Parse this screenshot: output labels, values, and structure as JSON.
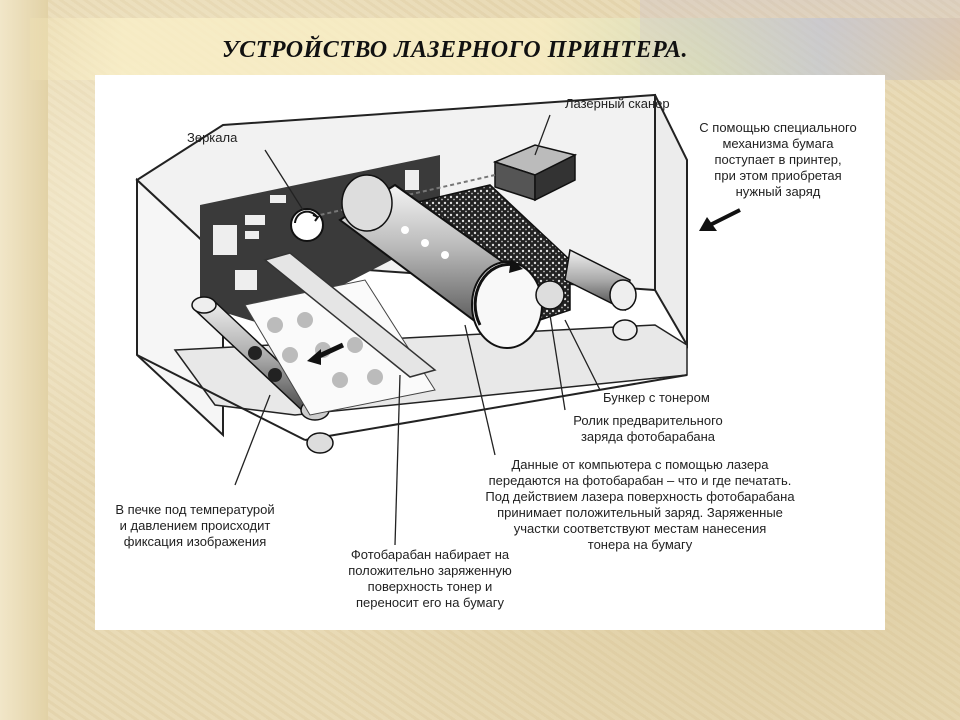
{
  "title": "УСТРОЙСТВО ЛАЗЕРНОГО ПРИНТЕРА.",
  "labels": {
    "laser_scanner": "Лазерный сканер",
    "mirrors": "Зеркала",
    "paper_feed": [
      "С помощью специального",
      "механизма бумага",
      "поступает в принтер,",
      "при этом приобретая",
      "нужный заряд"
    ],
    "toner_hopper": "Бункер с тонером",
    "charge_roller": [
      "Ролик предварительного",
      "заряда фотобарабана"
    ],
    "laser_data": [
      "Данные от компьютера с помощью лазера",
      "передаются на фотобарабан – что и где печатать.",
      "Под действием лазера поверхность фотобарабана",
      "принимает положительный заряд. Заряженные",
      "участки соответствуют местам нанесения",
      "тонера на бумагу"
    ],
    "fuser": [
      "В печке под температурой",
      "и давлением происходит",
      "фиксация изображения"
    ],
    "drum": [
      "Фотобарабан набирает на",
      "положительно заряженную",
      "поверхность тонер и",
      "переносит его на бумагу"
    ]
  }
}
